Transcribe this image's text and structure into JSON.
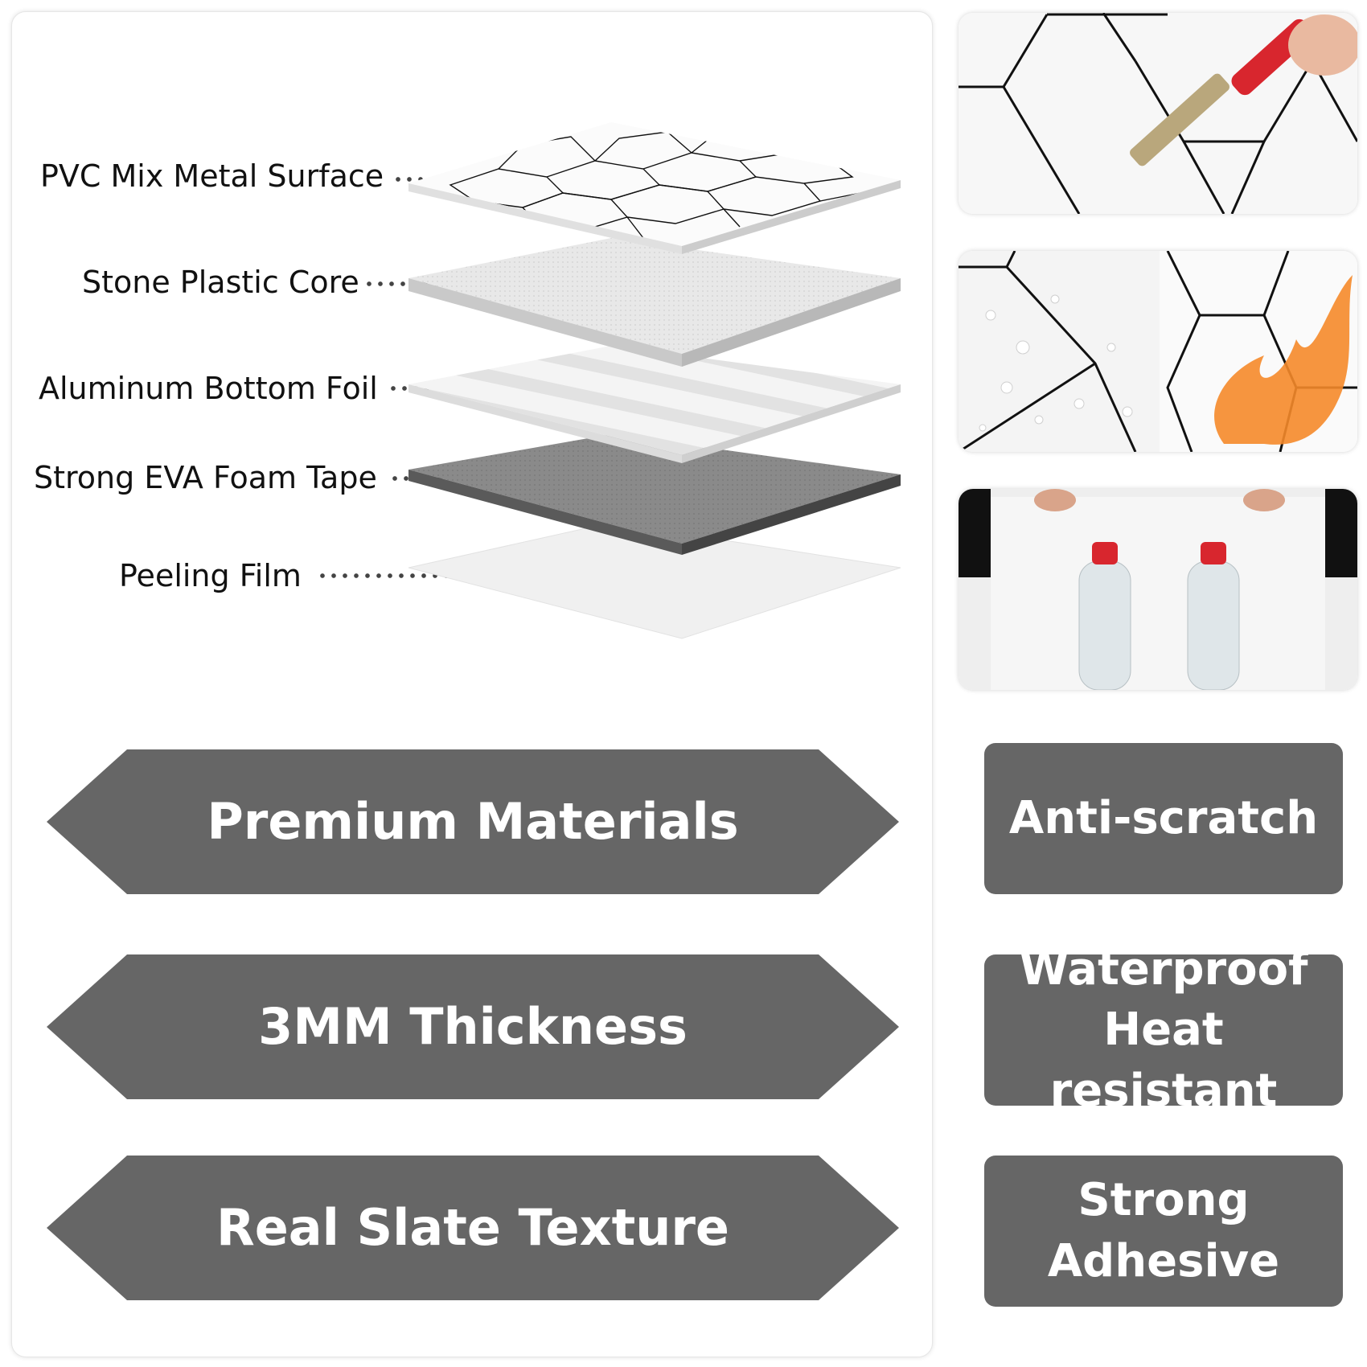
{
  "layers": [
    {
      "label": "PVC Mix Metal Surface"
    },
    {
      "label": "Stone Plastic Core"
    },
    {
      "label": "Aluminum Bottom Foil"
    },
    {
      "label": "Strong EVA Foam Tape"
    },
    {
      "label": "Peeling Film"
    }
  ],
  "banners": [
    "Premium Materials",
    "3MM Thickness",
    "Real Slate Texture"
  ],
  "features": [
    {
      "lines": [
        "Anti-scratch"
      ]
    },
    {
      "lines": [
        "Waterproof",
        "Heat resistant"
      ]
    },
    {
      "lines": [
        "Strong",
        "Adhesive"
      ]
    }
  ],
  "colors": {
    "banner": "#666666",
    "text": "#111111",
    "flame": "#f5892a",
    "cap": "#d8262e"
  }
}
